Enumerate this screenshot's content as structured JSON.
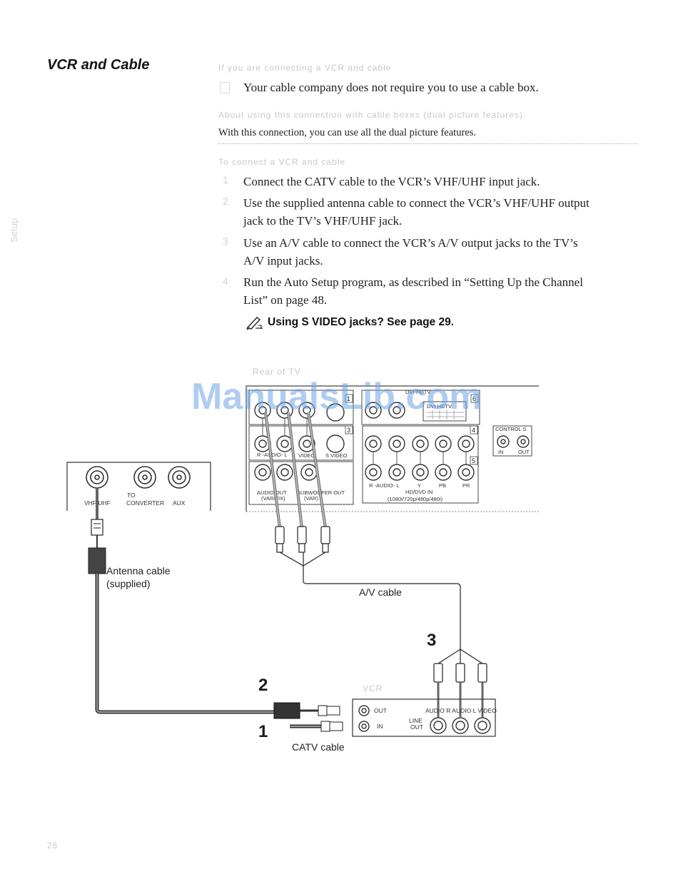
{
  "section": {
    "title": "VCR and Cable",
    "subtitle_faint": "If you are connecting a VCR and cable",
    "check_item": "Your cable company does not require you to use a cable box.",
    "faint_heading": "About using this connection with cable boxes (dual picture features)",
    "connection_note": "With this connection, you can use all the dual picture features.",
    "faint_steps_heading": "To connect a VCR and cable",
    "steps": [
      {
        "num": "1",
        "text_line1": "Connect the CATV cable to the VCR’s VHF/UHF input jack.",
        "text_line2": ""
      },
      {
        "num": "2",
        "text_line1": "Use the supplied antenna cable to connect the VCR’s VHF/UHF output",
        "text_line2": "jack to the TV’s VHF/UHF jack."
      },
      {
        "num": "3",
        "text_line1": "Use an A/V cable to connect the VCR’s A/V output jacks to the TV’s",
        "text_line2": "A/V input jacks."
      },
      {
        "num": "4",
        "text_line1": "Run the Auto Setup program, as described in “Setting Up the Channel",
        "text_line2": "List” on page 48."
      }
    ],
    "note": "Using S VIDEO jacks? See page 29."
  },
  "watermark": "ManualsLib.com",
  "diagram": {
    "tv_faint_label": "Rear of TV",
    "vcr_faint_label": "VCR",
    "antenna_cable_label_1": "Antenna cable",
    "antenna_cable_label_2": "(supplied)",
    "av_cable_label": "A/V cable",
    "catv_cable_label": "CATV cable",
    "callout_1": "1",
    "callout_2": "2",
    "callout_3": "3",
    "tv_jacks": {
      "vhf_uhf": "VHF/UHF",
      "to": "TO",
      "converter": "CONVERTER",
      "aux": "AUX"
    },
    "tv_panel": {
      "video_1": "1",
      "video_3": "3",
      "dvi_label": "DVI-HDTV",
      "dvi_num": "6",
      "dvi_in": "DVI HDTV",
      "control_s": "CONTROL S",
      "cs_in": "IN",
      "cs_out": "OUT",
      "num_4": "4",
      "num_5": "5",
      "audio": "R -AUDIO- L",
      "video": "VIDEO",
      "svideo": "S VIDEO",
      "audio_out": "AUDIO OUT",
      "var_fix": "(VAR/FIX)",
      "sub_out": "SUBWOOFER OUT",
      "sub_var": "(VAR)",
      "hd_audio": "R -AUDIO- L",
      "y": "Y",
      "pb": "PB",
      "pr": "PR",
      "hd_dvd_in": "HD/DVD IN",
      "hd_formats": "(1080i/720p/480p/480i)"
    },
    "vcr_panel": {
      "out": "OUT",
      "in": "IN",
      "line": "LINE",
      "line_out": "OUT",
      "audio_video": "AUDIO R AUDIO L VIDEO"
    }
  },
  "footer": {
    "page_faint": "26"
  }
}
